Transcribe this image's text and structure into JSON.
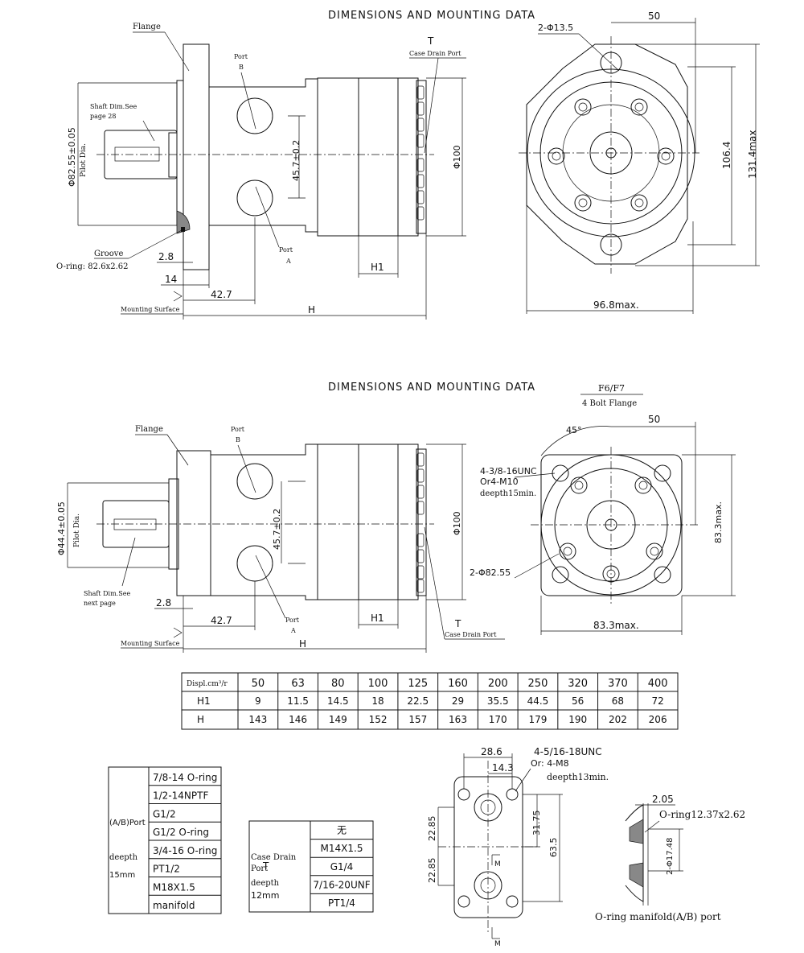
{
  "top": {
    "title": "DIMENSIONS AND MOUNTING DATA",
    "flange": "Flange",
    "shaft_note_1": "Shaft Dim.See",
    "shaft_note_2": "page 28",
    "pilot_dia": "Φ82.55±0.05",
    "pilot_label": "Pilot Dia.",
    "port_b_1": "Port",
    "port_b_2": "B",
    "port_a_1": "Port",
    "port_a_2": "A",
    "port_spacing": "45.7±0.2",
    "t_label": "T",
    "case_drain": "Case Drain Port",
    "body_dia": "Φ100",
    "groove": "Groove",
    "oring": "O-ring: 82.6x2.62",
    "dim_2_8": "2.8",
    "dim_14": "14",
    "dim_42_7": "42.7",
    "h1": "H1",
    "h": "H",
    "mounting_surface": "Mounting Surface",
    "hole_spec": "2-Φ13.5",
    "dim_50": "50",
    "dim_106_4": "106.4",
    "dim_131_4": "131.4max",
    "dim_96_8": "96.8max."
  },
  "bottom": {
    "title": "DIMENSIONS AND MOUNTING DATA",
    "flange": "Flange",
    "f6f7": "F6/F7",
    "bolt_flange": "4 Bolt Flange",
    "angle": "45°",
    "dim_50": "50",
    "bolt_spec_1": "4-3/8-16UNC",
    "bolt_spec_2": "Or4-M10",
    "bolt_spec_3": "deepth15min.",
    "pilot_dia": "Φ44.4±0.05",
    "pilot_label": "Pilot Dia.",
    "port_b_1": "Port",
    "port_b_2": "B",
    "port_a_1": "Port",
    "port_a_2": "A",
    "port_spacing": "45.7±0.2",
    "body_dia": "Φ100",
    "shaft_note_1": "Shaft Dim.See",
    "shaft_note_2": "next page",
    "hole_spec": "2-Φ82.55",
    "dim_83_3_v": "83.3max.",
    "dim_83_3_h": "83.3max.",
    "dim_2_8": "2.8",
    "dim_42_7": "42.7",
    "h1": "H1",
    "h": "H",
    "t_label": "T",
    "case_drain": "Case Drain Port",
    "mounting_surface": "Mounting Surface"
  },
  "displ_table": {
    "row_labels": [
      "Displ.cm³/r",
      "H1",
      "H"
    ],
    "columns": [
      "50",
      "63",
      "80",
      "100",
      "125",
      "160",
      "200",
      "250",
      "320",
      "370",
      "400"
    ],
    "h1": [
      "9",
      "11.5",
      "14.5",
      "18",
      "22.5",
      "29",
      "35.5",
      "44.5",
      "56",
      "68",
      "72"
    ],
    "h": [
      "143",
      "146",
      "149",
      "152",
      "157",
      "163",
      "170",
      "179",
      "190",
      "202",
      "206"
    ]
  },
  "port_table": {
    "left_1": "(A/B)Port",
    "left_2": "deepth",
    "left_3": "15mm",
    "options": [
      "7/8-14 O-ring",
      "1/2-14NPTF",
      "G1/2",
      "G1/2  O-ring",
      "3/4-16  O-ring",
      "PT1/2",
      "M18X1.5",
      "manifold"
    ]
  },
  "drain_table": {
    "left_1": "T",
    "left_2": "Case Drain",
    "left_3": "Port",
    "left_4": "deepth",
    "left_5": "12mm",
    "options": [
      "无",
      "M14X1.5",
      "G1/4",
      "7/16-20UNF",
      "PT1/4"
    ]
  },
  "manifold": {
    "dim_28_6": "28.6",
    "dim_14_3": "14.3",
    "bolt_spec_1": "4-5/16-18UNC",
    "bolt_spec_2": "Or: 4-M8",
    "bolt_spec_3": "deepth13min.",
    "dim_22_85_a": "22.85",
    "dim_22_85_b": "22.85",
    "dim_31_75": "31.75",
    "dim_63_5": "63.5",
    "m_label_a": "M",
    "m_label_b": "M"
  },
  "oring_detail": {
    "dim_2_05": "2.05",
    "oring": "O-ring12.37x2.62",
    "dia": "2-Φ17.48",
    "caption": "O-ring manifold(A/B) port"
  }
}
